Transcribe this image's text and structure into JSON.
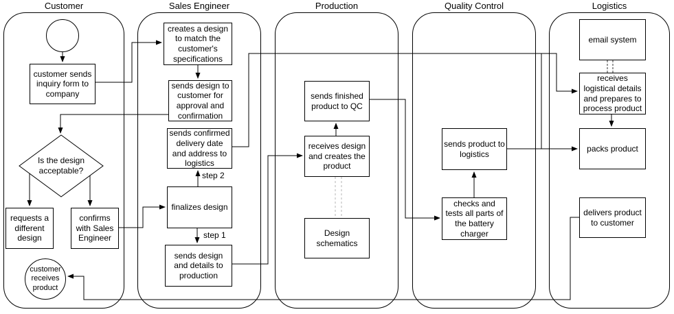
{
  "diagram": {
    "lanes": [
      {
        "title": "Customer"
      },
      {
        "title": "Sales Engineer"
      },
      {
        "title": "Production"
      },
      {
        "title": "Quality Control"
      },
      {
        "title": "Logistics"
      }
    ],
    "nodes": {
      "inquiry": "customer sends inquiry form to company",
      "decision": "Is the design acceptable?",
      "requests": "requests a different design",
      "confirms": "confirms with Sales Engineer",
      "end_circle": "customer receives product",
      "creates": "creates a design to match the customer's specifications",
      "sends_design": "sends design to customer for approval and confirmation",
      "sends_confirmed": "sends confirmed delivery date and address to logistics",
      "finalizes": "finalizes design",
      "sends_details": "sends design and details to production",
      "sends_finished": "sends finished product to QC",
      "receives_design": "receives design and creates the product",
      "schematics": "Design schematics",
      "sends_product": "sends product to logistics",
      "checks": "checks and tests all parts of the battery charger",
      "email": "email system",
      "receives_logistical": "receives logistical details and prepares to process product",
      "packs": "packs product",
      "delivers": "delivers product to customer"
    },
    "edge_labels": {
      "step1": "step 1",
      "step2": "step 2"
    },
    "colors": {
      "line": "#000000",
      "dashed_gray": "#b4b4b4",
      "background": "#ffffff"
    }
  }
}
